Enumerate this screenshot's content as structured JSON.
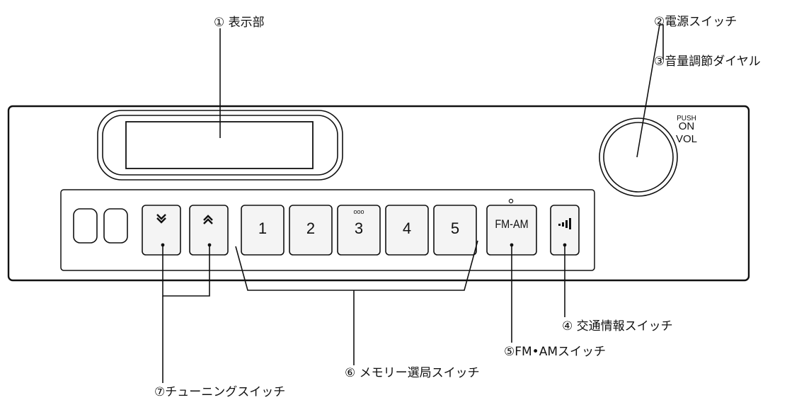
{
  "labels": {
    "display": "① 表示部",
    "power": "②電源スイッチ",
    "volume": "③音量調節ダイヤル",
    "traffic": "④ 交通情報スイッチ",
    "fmam": "⑤FM•AMスイッチ",
    "memory": "⑥ メモリー選局スイッチ",
    "tuning": "⑦チューニングスイッチ"
  },
  "knob": {
    "push": "PUSH",
    "on": "ON",
    "vol": "VOL"
  },
  "buttons": {
    "tune_down": "∨",
    "tune_up": "∧",
    "presets": [
      "1",
      "2",
      "3",
      "4",
      "5"
    ],
    "preset3_mark": "ooo",
    "fmam": "FM-AM"
  },
  "colors": {
    "line": "#111111",
    "button": "#f4f4f4",
    "panel": "#ffffff"
  }
}
